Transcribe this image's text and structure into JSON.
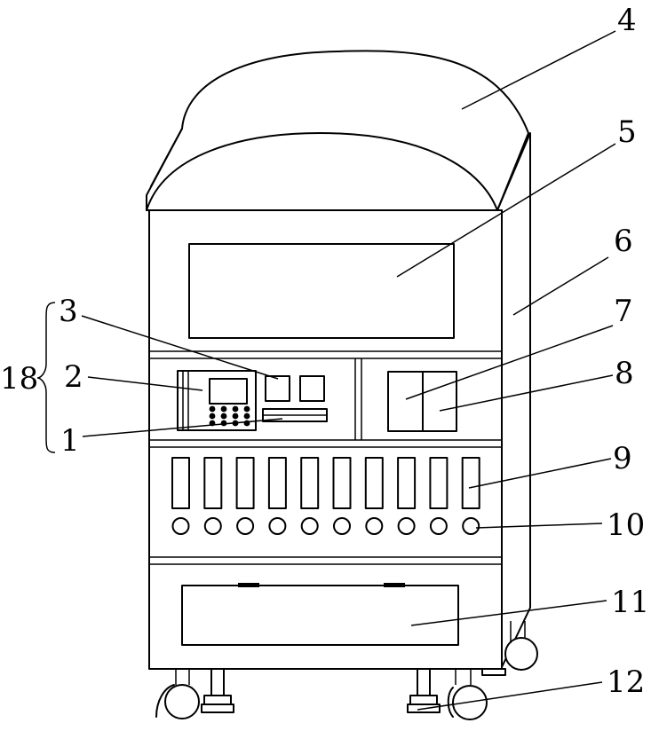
{
  "labels": {
    "l1": "1",
    "l2": "2",
    "l3": "3",
    "l4": "4",
    "l5": "5",
    "l6": "6",
    "l7": "7",
    "l8": "8",
    "l9": "9",
    "l10": "10",
    "l11": "11",
    "l12": "12",
    "l18": "18"
  },
  "slot_count": 10,
  "knob_count": 10
}
